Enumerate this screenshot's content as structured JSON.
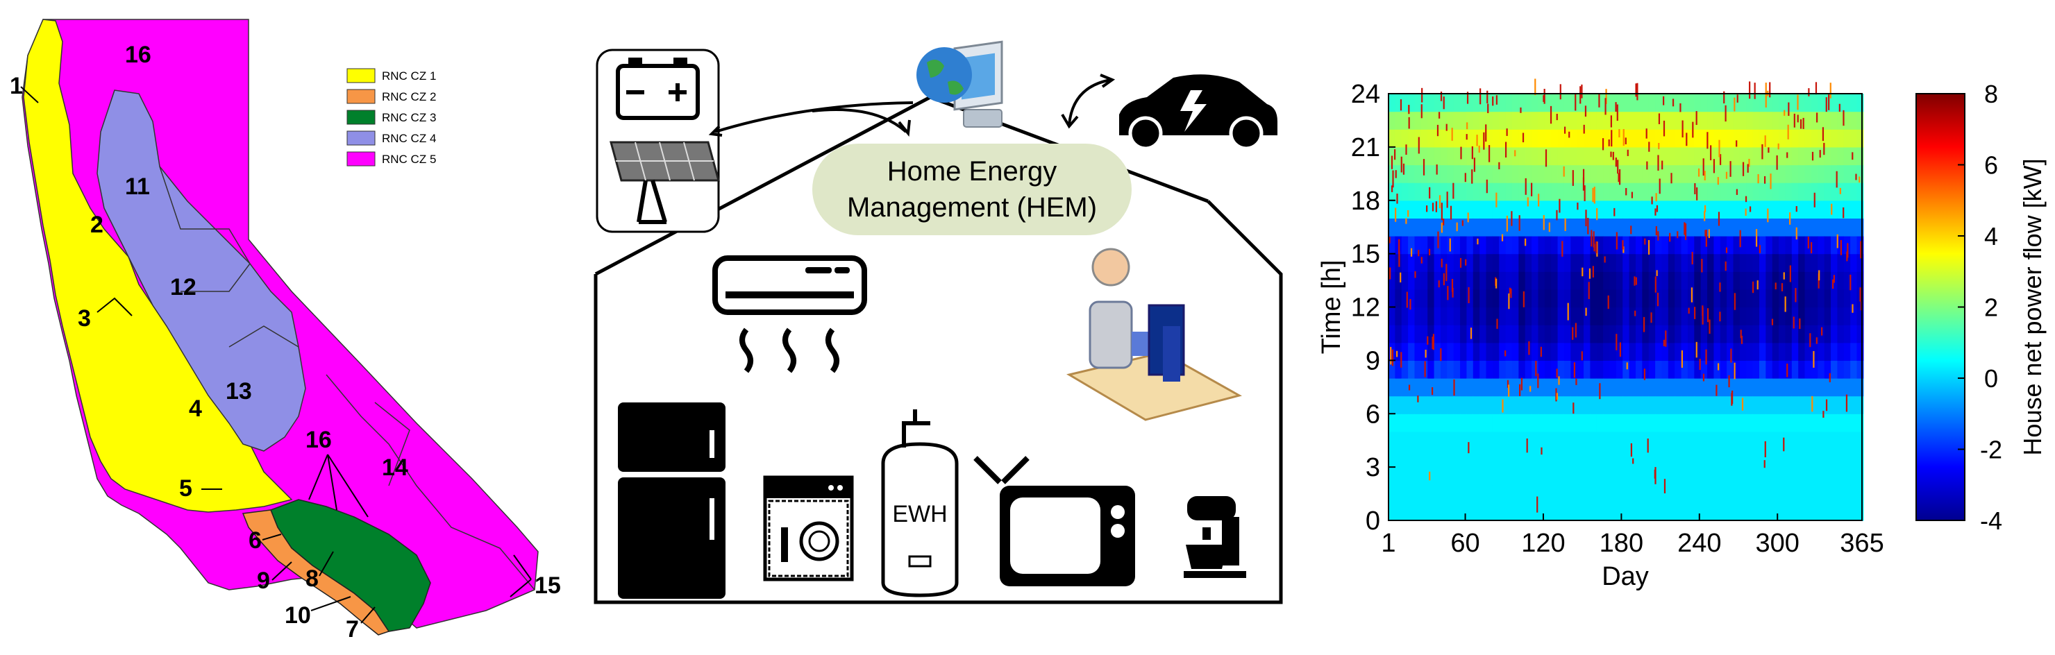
{
  "map": {
    "zone_numbers": [
      "1",
      "2",
      "3",
      "4",
      "5",
      "6",
      "7",
      "8",
      "9",
      "10",
      "11",
      "12",
      "13",
      "14",
      "15",
      "16",
      "16"
    ],
    "legend": [
      {
        "label": "RNC CZ 1",
        "color": "#ffff00"
      },
      {
        "label": "RNC CZ 2",
        "color": "#f79646"
      },
      {
        "label": "RNC CZ 3",
        "color": "#00802b"
      },
      {
        "label": "RNC CZ 4",
        "color": "#8f8fe6"
      },
      {
        "label": "RNC CZ 5",
        "color": "#ff00ff"
      }
    ]
  },
  "hem": {
    "title_line1": "Home Energy",
    "title_line2": "Management (HEM)",
    "ewh_label": "EWH",
    "icons": [
      "battery-icon",
      "solar-panel-icon",
      "globe-computer-icon",
      "electric-car-icon",
      "air-conditioner-icon",
      "refrigerator-icon",
      "dishwasher-icon",
      "water-heater-icon",
      "television-icon",
      "stand-mixer-icon",
      "person-at-computer-icon"
    ]
  },
  "chart_data": {
    "type": "heatmap",
    "xlabel": "Day",
    "ylabel": "Time [h]",
    "colorbar_label": "House net power flow [kW]",
    "xlim": [
      1,
      365
    ],
    "ylim": [
      0,
      24
    ],
    "clim": [
      -4,
      8
    ],
    "xticks": [
      1,
      60,
      120,
      180,
      240,
      300,
      365
    ],
    "yticks": [
      0,
      3,
      6,
      9,
      12,
      15,
      18,
      21,
      24
    ],
    "cticks": [
      -4,
      -2,
      0,
      2,
      4,
      6,
      8
    ],
    "colormap": "jet",
    "hourly_typical_kW": [
      {
        "hour": 0,
        "value": 0.3
      },
      {
        "hour": 1,
        "value": 0.3
      },
      {
        "hour": 2,
        "value": 0.3
      },
      {
        "hour": 3,
        "value": 0.3
      },
      {
        "hour": 4,
        "value": 0.3
      },
      {
        "hour": 5,
        "value": 0.4
      },
      {
        "hour": 6,
        "value": 0.0
      },
      {
        "hour": 7,
        "value": -1.0
      },
      {
        "hour": 8,
        "value": -2.0
      },
      {
        "hour": 9,
        "value": -2.6
      },
      {
        "hour": 10,
        "value": -3.0
      },
      {
        "hour": 11,
        "value": -3.2
      },
      {
        "hour": 12,
        "value": -3.3
      },
      {
        "hour": 13,
        "value": -3.2
      },
      {
        "hour": 14,
        "value": -3.0
      },
      {
        "hour": 15,
        "value": -2.4
      },
      {
        "hour": 16,
        "value": -1.2
      },
      {
        "hour": 17,
        "value": 0.4
      },
      {
        "hour": 18,
        "value": 1.0
      },
      {
        "hour": 19,
        "value": 1.5
      },
      {
        "hour": 20,
        "value": 2.0
      },
      {
        "hour": 21,
        "value": 2.8
      },
      {
        "hour": 22,
        "value": 2.2
      },
      {
        "hour": 23,
        "value": 1.0
      }
    ]
  }
}
